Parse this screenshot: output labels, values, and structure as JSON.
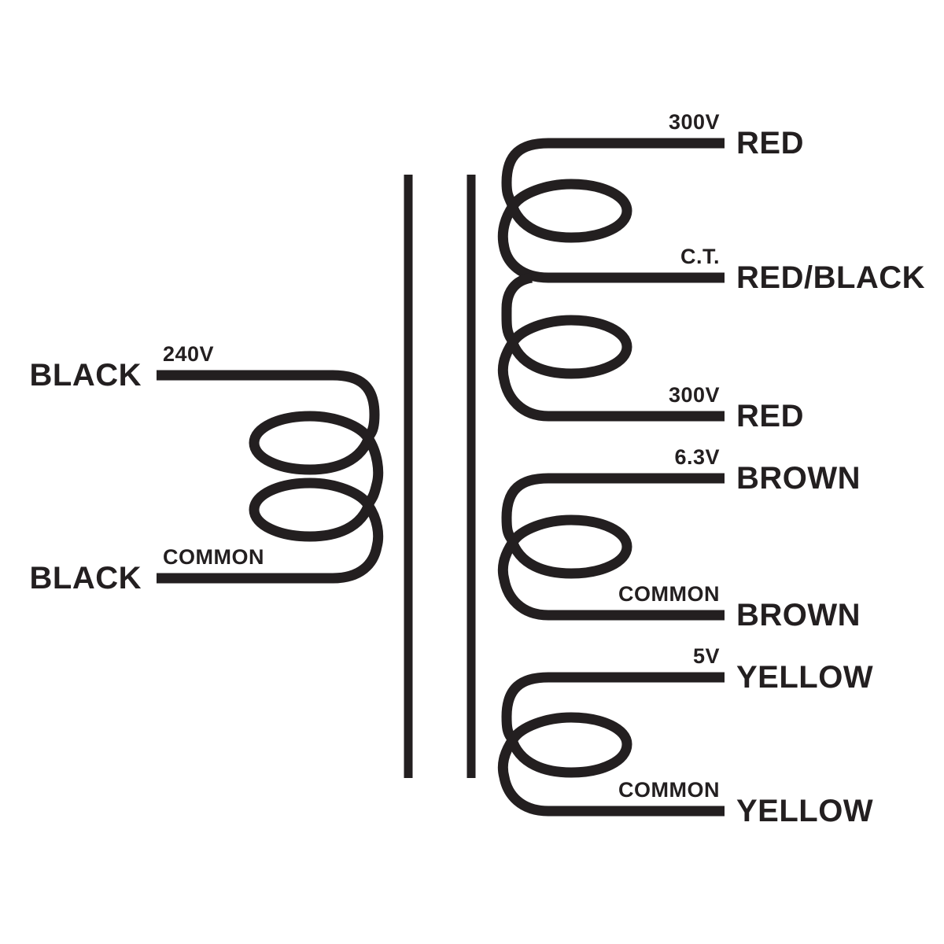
{
  "diagram": {
    "type": "transformer-wiring-schematic",
    "ink_color": "#231f20",
    "background_color": "#ffffff",
    "primary": {
      "leads": [
        {
          "tap": "240V",
          "wire": "BLACK"
        },
        {
          "tap": "COMMON",
          "wire": "BLACK"
        }
      ]
    },
    "secondaries": [
      {
        "name": "high-voltage-center-tapped",
        "leads": [
          {
            "tap": "300V",
            "wire": "RED"
          },
          {
            "tap": "C.T.",
            "wire": "RED/BLACK"
          },
          {
            "tap": "300V",
            "wire": "RED"
          }
        ]
      },
      {
        "name": "6.3v-winding",
        "leads": [
          {
            "tap": "6.3V",
            "wire": "BROWN"
          },
          {
            "tap": "COMMON",
            "wire": "BROWN"
          }
        ]
      },
      {
        "name": "5v-winding",
        "leads": [
          {
            "tap": "5V",
            "wire": "YELLOW"
          },
          {
            "tap": "COMMON",
            "wire": "YELLOW"
          }
        ]
      }
    ]
  }
}
